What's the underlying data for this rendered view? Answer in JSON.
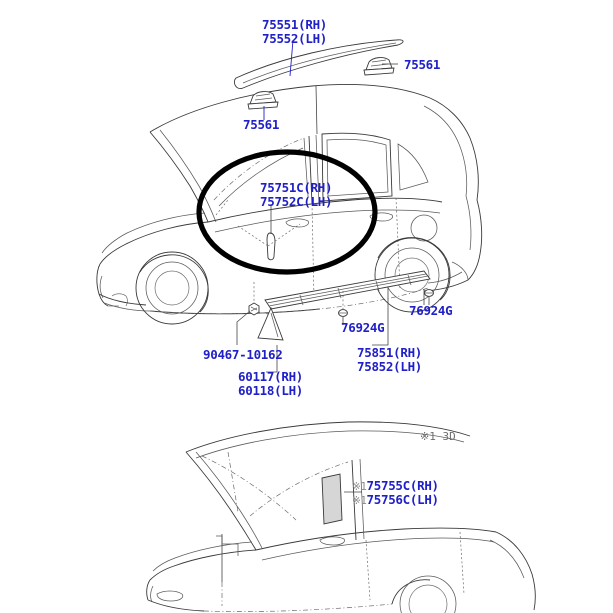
{
  "document": {
    "type": "automotive-parts-diagram",
    "background_color": "#ffffff",
    "label_color": "#2020c8",
    "note_color": "#6e6e6e",
    "highlight_color": "#000000"
  },
  "diagrams": [
    {
      "id": "upper",
      "description": "Side view of hatchback body showing roof drip molding, windshield pillar garnish, rocker panel molding and mudguard"
    },
    {
      "id": "lower",
      "description": "Side view detail showing center pillar garnish for 3D grade"
    }
  ],
  "labels": {
    "roof_molding_rh": "75551(RH)",
    "roof_molding_lh": "75552(LH)",
    "clip_right": "75561",
    "clip_left": "75561",
    "pillar_garnish_rh": "75751C(RH)",
    "pillar_garnish_lh": "75752C(LH)",
    "bolt": "90467-10162",
    "mudguard_rh": "60117(RH)",
    "mudguard_lh": "60118(LH)",
    "rocker_clip_left": "76924G",
    "rocker_clip_right": "76924G",
    "rocker_molding_rh": "75851(RH)",
    "rocker_molding_lh": "75852(LH)",
    "grade_note": "※1 3D",
    "center_pillar_prefix_rh": "※1",
    "center_pillar_rh": "75755C(RH)",
    "center_pillar_prefix_lh": "※1",
    "center_pillar_lh": "75756C(LH)"
  }
}
